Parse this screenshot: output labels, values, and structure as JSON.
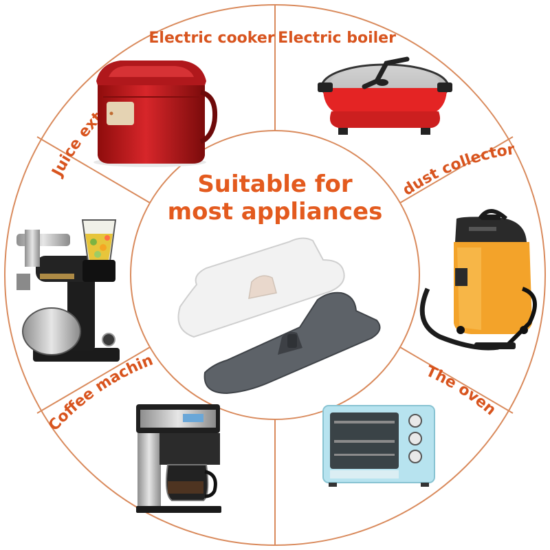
{
  "colors": {
    "accent": "#d8541e",
    "ring_line": "#d98a5c",
    "background": "#ffffff"
  },
  "center": {
    "line1": "Suitable for",
    "line2": "most appliances"
  },
  "segments": [
    {
      "label": "Electric cooker",
      "icon": "rice-cooker-icon"
    },
    {
      "label": "Electric boiler",
      "icon": "electric-skillet-icon"
    },
    {
      "label": "dust collector",
      "icon": "vacuum-cleaner-icon"
    },
    {
      "label": "The oven",
      "icon": "toaster-oven-icon"
    },
    {
      "label": "Coffee machine",
      "icon": "coffee-maker-icon"
    },
    {
      "label": "Juice extractor",
      "icon": "stand-mixer-juicer-icon"
    }
  ],
  "product": {
    "items": [
      {
        "color": "white",
        "icon": "cord-winder-white-icon"
      },
      {
        "color": "grey",
        "icon": "cord-winder-grey-icon"
      }
    ]
  }
}
